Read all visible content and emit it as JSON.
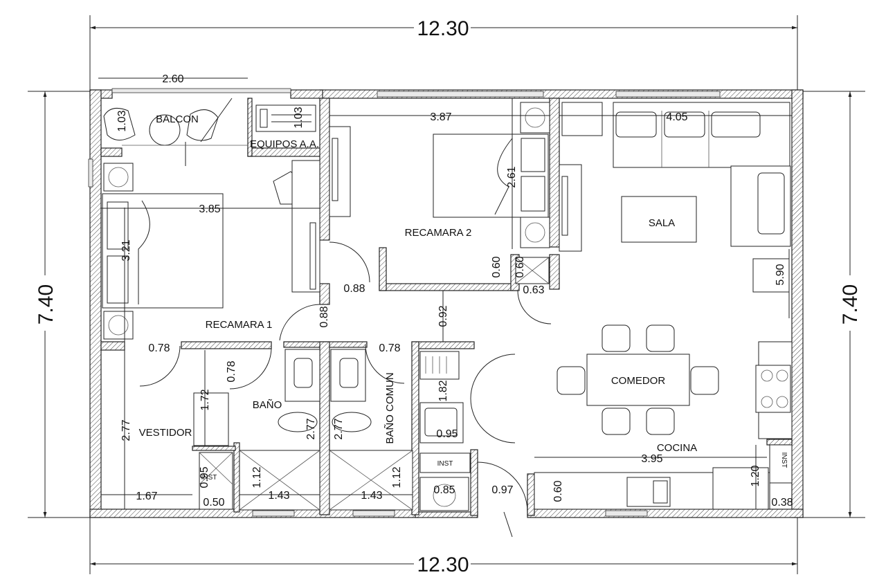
{
  "overall": {
    "top_width": "12.30",
    "bottom_width": "12.30",
    "left_height": "7.40",
    "right_height": "7.40"
  },
  "rooms": {
    "balcon": "BALCON",
    "equipos": "EQUIPOS A.A.",
    "recamara2": "RECAMARA 2",
    "recamara1": "RECAMARA 1",
    "sala": "SALA",
    "comedor": "COMEDOR",
    "cocina": "COCINA",
    "vestidor": "VESTIDOR",
    "bano": "BAÑO",
    "bano_comun": "BAÑO COMUN"
  },
  "labels": {
    "inst1": "INST",
    "inst2": "INST",
    "inst3": "INST"
  },
  "dims": {
    "d260": "2.60",
    "d103a": "1.03",
    "d103b": "1.03",
    "d387": "3.87",
    "d405": "4.05",
    "d261": "2.61",
    "d385": "3.85",
    "d321": "3.21",
    "d088a": "0.88",
    "d088b": "0.88",
    "d060a": "0.60",
    "d060b": "0.60",
    "d063": "0.63",
    "d092": "0.92",
    "d590": "5.90",
    "d078a": "0.78",
    "d078b": "0.78",
    "d078c": "0.78",
    "d172": "1.72",
    "d277a": "2.77",
    "d277b": "2.77",
    "d277c": "2.77",
    "d182": "1.82",
    "d095a": "0.95",
    "d095b": "0.95",
    "d112a": "1.12",
    "d112b": "1.12",
    "d143a": "1.43",
    "d143b": "1.43",
    "d167": "1.67",
    "d050": "0.50",
    "d085": "0.85",
    "d097": "0.97",
    "d395": "3.95",
    "d060c": "0.60",
    "d120": "1.20",
    "d038": "0.38"
  }
}
